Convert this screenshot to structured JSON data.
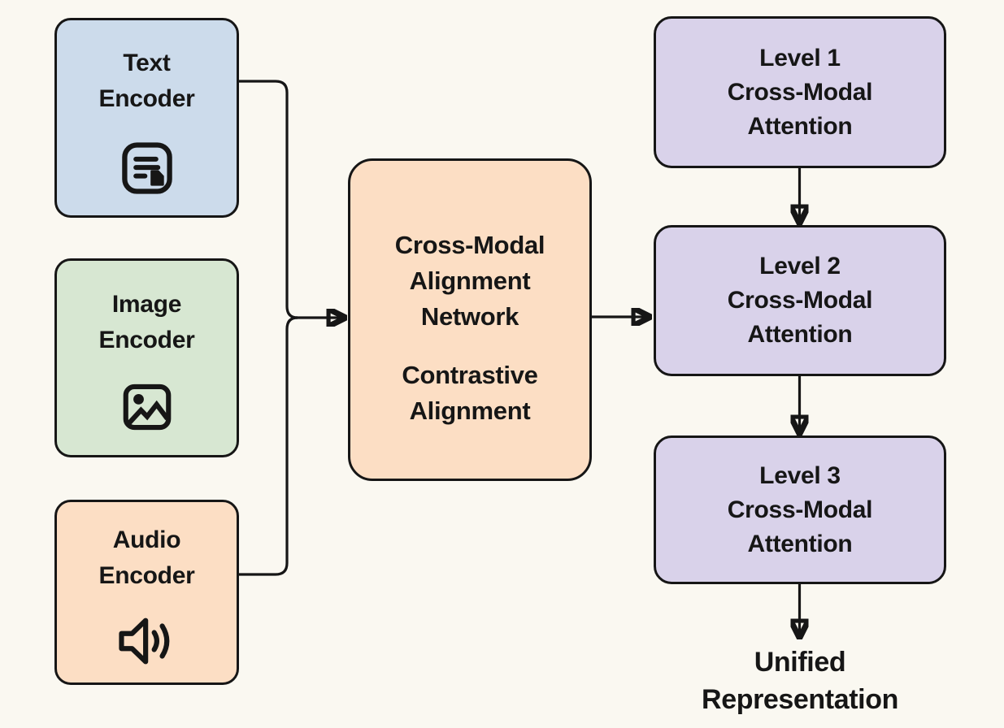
{
  "colors": {
    "background": "#faf8f1",
    "ink": "#161616",
    "text_encoder_fill": "#ccdbeb",
    "image_encoder_fill": "#d7e7d2",
    "audio_encoder_fill": "#fcdec4",
    "alignment_fill": "#fcdec4",
    "attention_fill": "#d9d2ea"
  },
  "nodes": {
    "text_encoder": {
      "lines": [
        "Text",
        "Encoder"
      ],
      "icon": "document-icon"
    },
    "image_encoder": {
      "lines": [
        "Image",
        "Encoder"
      ],
      "icon": "image-icon"
    },
    "audio_encoder": {
      "lines": [
        "Audio",
        "Encoder"
      ],
      "icon": "speaker-icon"
    },
    "alignment_network": {
      "title_lines": [
        "Cross-Modal",
        "Alignment",
        "Network"
      ],
      "subtitle_lines": [
        "Contrastive",
        "Alignment"
      ]
    },
    "level1_attention": {
      "lines": [
        "Level 1",
        "Cross-Modal",
        "Attention"
      ]
    },
    "level2_attention": {
      "lines": [
        "Level 2",
        "Cross-Modal",
        "Attention"
      ]
    },
    "level3_attention": {
      "lines": [
        "Level 3",
        "Cross-Modal",
        "Attention"
      ]
    },
    "output": {
      "lines": [
        "Unified",
        "Representation"
      ]
    }
  }
}
